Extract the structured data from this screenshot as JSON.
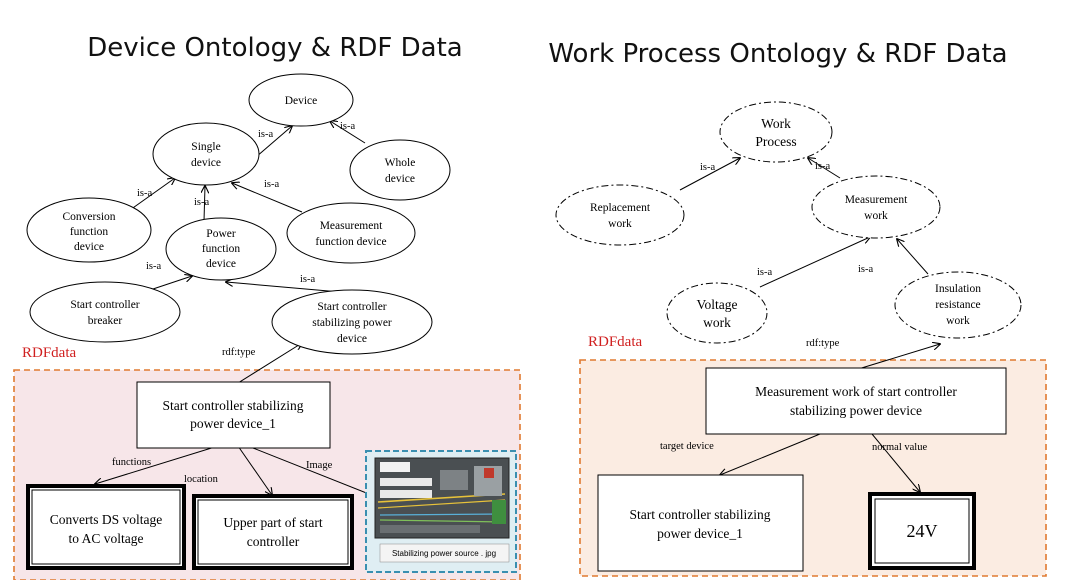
{
  "titles": {
    "left": "Device Ontology & RDF Data",
    "right": "Work Process Ontology & RDF Data"
  },
  "left_nodes": {
    "device": "Device",
    "single_device": [
      "Single",
      "device"
    ],
    "whole_device": [
      "Whole",
      "device"
    ],
    "conversion": [
      "Conversion",
      "function",
      "device"
    ],
    "power": [
      "Power",
      "function",
      "device"
    ],
    "measurement_fn": [
      "Measurement",
      "function device"
    ],
    "breaker": [
      "Start controller",
      "breaker"
    ],
    "stabilizing": [
      "Start controller",
      "stabilizing  power",
      "device"
    ]
  },
  "left_edges": {
    "isa_1": "is-a",
    "isa_2": "is-a",
    "isa_3": "is-a",
    "isa_4": "is-a",
    "isa_5": "is-a",
    "isa_6": "is-a",
    "isa_7": "is-a",
    "rdftype": "rdf:type",
    "functions": "functions",
    "location": "location",
    "image": "Image"
  },
  "left_rdf": {
    "label": "RDFdata",
    "instance": [
      "Start controller stabilizing",
      "power device_1"
    ],
    "converts": [
      "Converts DS voltage",
      "to AC voltage"
    ],
    "upper": [
      "Upper part of start",
      "controller"
    ],
    "image_caption": "Stabilizing power source . jpg"
  },
  "right_nodes": {
    "work_process": [
      "Work",
      "Process"
    ],
    "replacement": [
      "Replacement",
      "work"
    ],
    "measurement": [
      "Measurement",
      "work"
    ],
    "voltage": [
      "Voltage",
      "work"
    ],
    "insulation": [
      "Insulation",
      "resistance",
      "work"
    ]
  },
  "right_edges": {
    "isa_1": "is-a",
    "isa_2": "is-a",
    "isa_3": "is-a",
    "isa_4": "is-a",
    "rdftype": "rdf:type",
    "target": "target device",
    "normal": "normal  value"
  },
  "right_rdf": {
    "label": "RDFdata",
    "instance": [
      "Measurement work of start controller",
      "stabilizing  power device"
    ],
    "target_box": [
      "Start controller stabilizing",
      "power device_1"
    ],
    "value": "24V"
  },
  "colors": {
    "rdf_left_bg": "#f7e6e9",
    "rdf_right_bg": "#fbece2",
    "rdf_border": "#e07a30",
    "image_border": "#3a8fb0",
    "rdf_label": "#d02020"
  }
}
